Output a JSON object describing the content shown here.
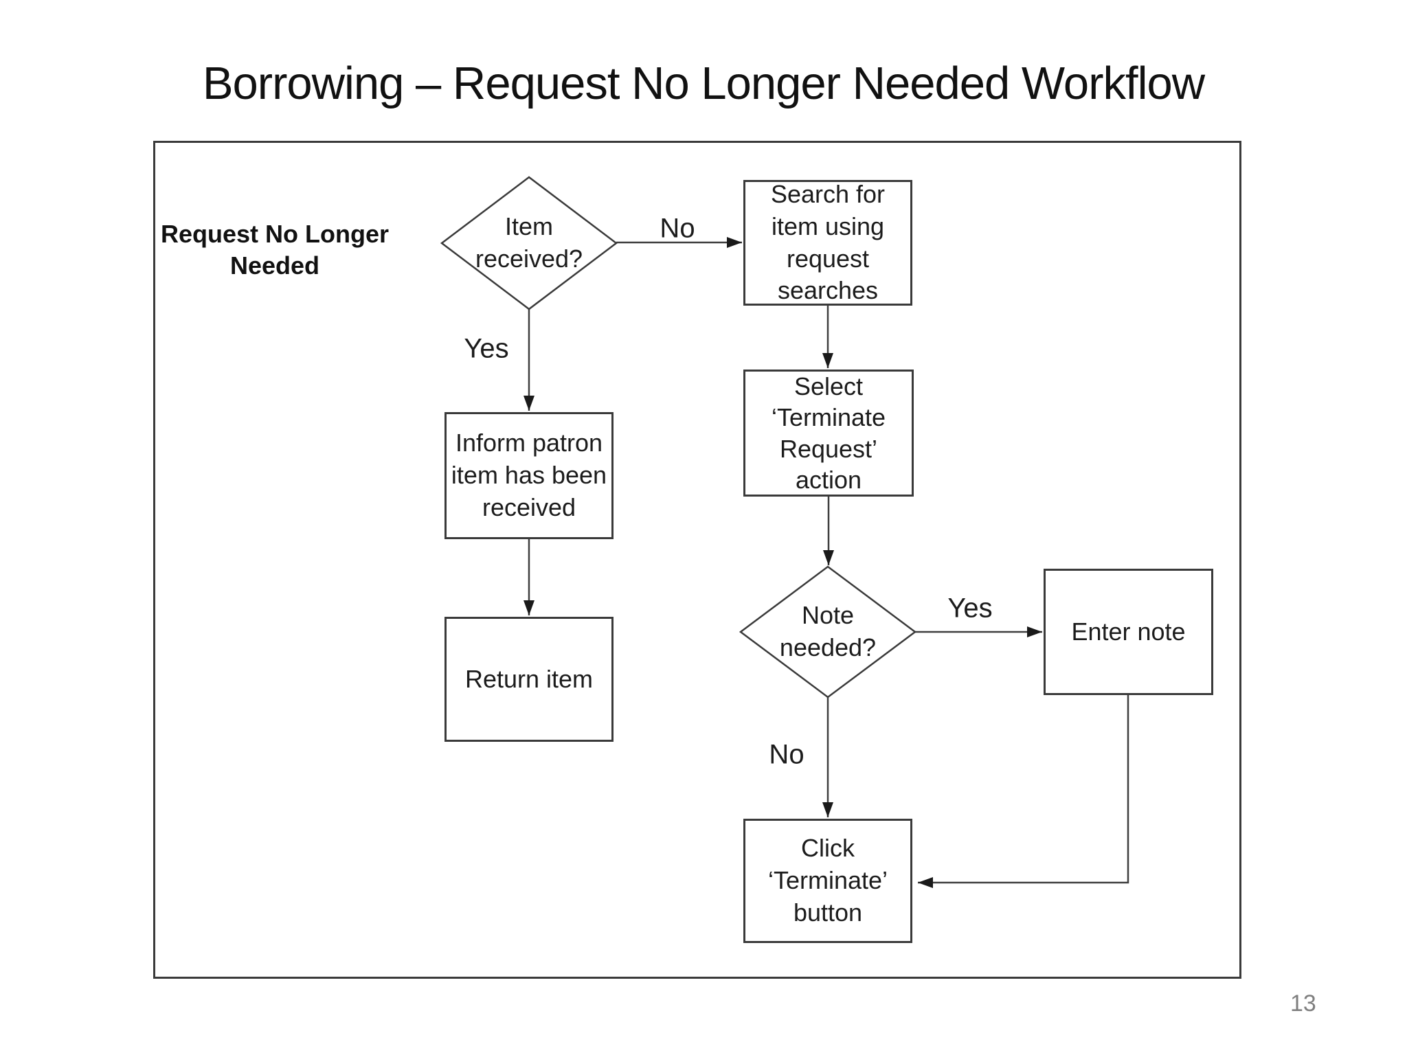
{
  "slide": {
    "title": "Borrowing – Request No Longer Needed Workflow",
    "page_number": "13"
  },
  "flowchart": {
    "start_label": "Request No Longer\nNeeded",
    "nodes": {
      "item_received": "Item\nreceived?",
      "search_for_item": "Search for\nitem using\nrequest\nsearches",
      "inform_patron": "Inform patron\nitem has been\nreceived",
      "return_item": "Return item",
      "select_terminate_request": "Select\n‘Terminate\nRequest’\naction",
      "note_needed": "Note\nneeded?",
      "enter_note": "Enter note",
      "click_terminate": "Click\n‘Terminate’\nbutton"
    },
    "edge_labels": {
      "item_received_no": "No",
      "item_received_yes": "Yes",
      "note_needed_yes": "Yes",
      "note_needed_no": "No"
    },
    "colors": {
      "line": "#3f3f3f",
      "node_border": "#3a3a3a",
      "text": "#1c1c1c",
      "page_number": "#7f7f7f"
    }
  }
}
